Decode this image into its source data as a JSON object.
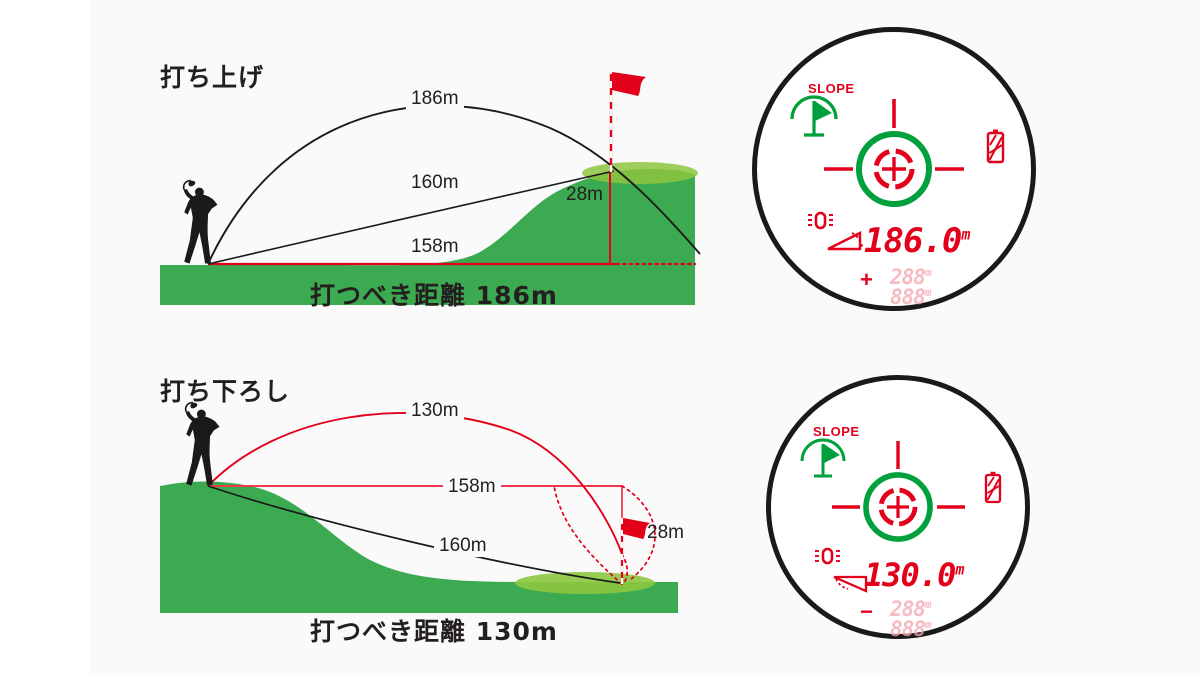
{
  "page": {
    "background": "#fafafa",
    "colors": {
      "fairway_green": "#3caa51",
      "green_light": "#8cc63f",
      "laser_red": "#e3001b",
      "line_black": "#1a1a1a",
      "faded_red": "#f4a3ad",
      "text_dark": "#231f20"
    }
  },
  "diagrams": [
    {
      "id": "uphill",
      "title": "打ち上げ",
      "caption": "打つべき距離 186m",
      "labels": {
        "arc": "186m",
        "sight": "160m",
        "ground": "158m",
        "height": "28m"
      },
      "flag_color": "#e3001b",
      "slope_direction": "up"
    },
    {
      "id": "downhill",
      "title": "打ち下ろし",
      "caption": "打つべき距離 130m",
      "labels": {
        "arc": "130m",
        "sight": "160m",
        "ground": "158m",
        "height": "28m"
      },
      "flag_color": "#e3001b",
      "slope_direction": "down"
    }
  ],
  "scopes": [
    {
      "id": "scope-uphill",
      "slope_label": "SLOPE",
      "slope_icon": "slope-flag-icon",
      "battery_icon": "battery-icon",
      "vibration_icon": "vibration-icon",
      "reticle_icon": "reticle-crosshair-icon",
      "angle_icon": "uphill-angle-icon",
      "primary_value": "186.0",
      "primary_unit": "m",
      "secondary_sign": "+",
      "secondary_rows": [
        {
          "value": "288",
          "unit": "m"
        },
        {
          "value": "888",
          "unit": "m"
        }
      ]
    },
    {
      "id": "scope-downhill",
      "slope_label": "SLOPE",
      "slope_icon": "slope-flag-icon",
      "battery_icon": "battery-icon",
      "vibration_icon": "vibration-icon",
      "reticle_icon": "reticle-crosshair-icon",
      "angle_icon": "downhill-angle-icon",
      "primary_value": "130.0",
      "primary_unit": "m",
      "secondary_sign": "−",
      "secondary_rows": [
        {
          "value": "288",
          "unit": "m"
        },
        {
          "value": "888",
          "unit": "m"
        }
      ]
    }
  ]
}
